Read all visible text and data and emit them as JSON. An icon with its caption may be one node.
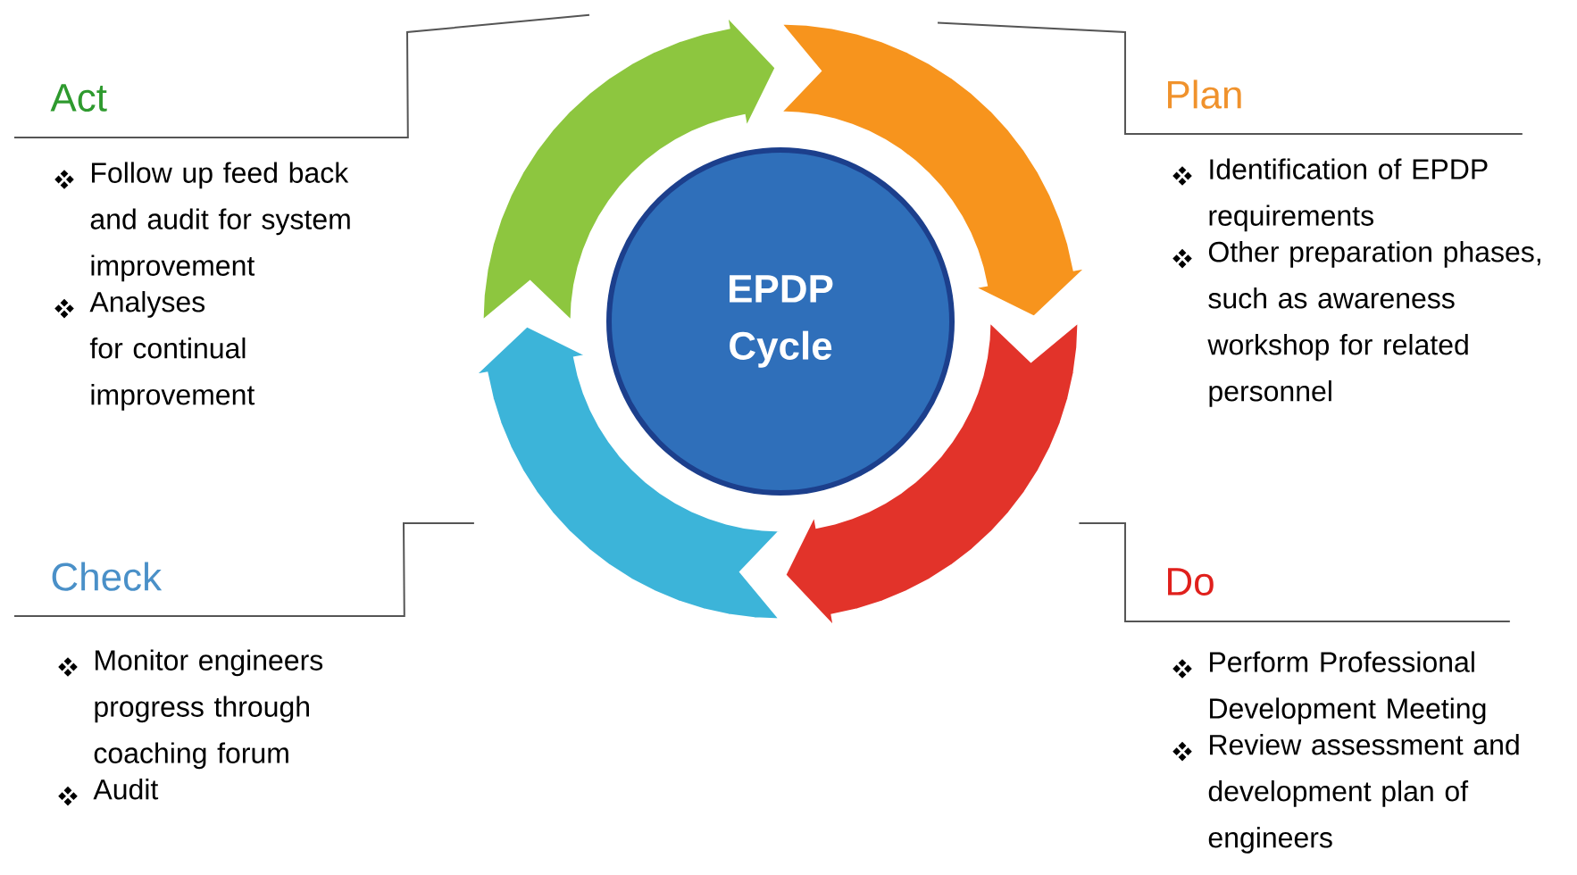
{
  "diagram": {
    "nodes": [
      {
        "text": [
          "EPDP Cycle"
        ]
      },
      {
        "text": [
          "Plan",
          "Identification of EPDP requirements",
          "Other preparation phases, such as awareness workshop for related personnel"
        ]
      },
      {
        "text": [
          "Do",
          "Perform Professional Development Meeting",
          "Review assessment and development plan of engineers"
        ]
      },
      {
        "text": [
          "Check",
          "Monitor engineers progress through coaching forum",
          "Audit"
        ]
      },
      {
        "text": [
          "Act",
          "Follow up feed back and audit for system improvement",
          "Analyses for continual improvement"
        ]
      },
      {
        "text": [],
        "shape": "arrow"
      },
      {
        "text": [],
        "shape": "arrow"
      },
      {
        "text": [],
        "shape": "arrow"
      },
      {
        "text": [],
        "shape": "arrow"
      }
    ],
    "edges": [
      {
        "from": 1,
        "to": 6,
        "arrow": "none"
      },
      {
        "from": 2,
        "to": 7,
        "arrow": "none"
      },
      {
        "from": 3,
        "to": 8,
        "arrow": "none"
      },
      {
        "from": 4,
        "to": 5,
        "arrow": "none"
      }
    ]
  }
}
